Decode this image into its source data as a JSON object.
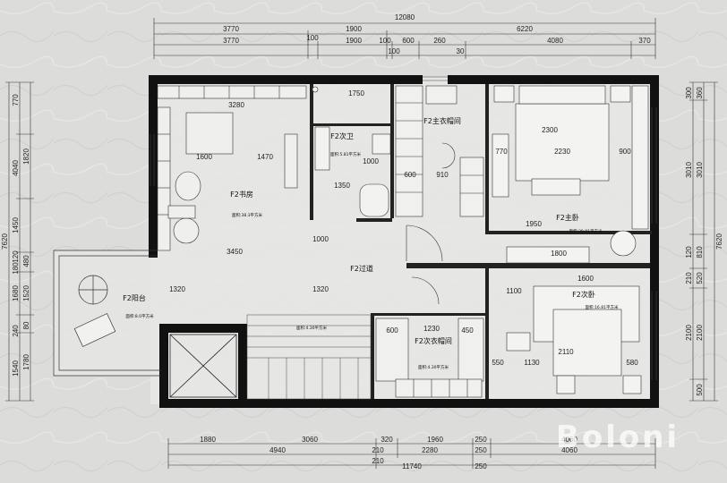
{
  "top_dims": {
    "row1": [
      "12080"
    ],
    "row2": [
      "3770",
      "1900",
      "6220"
    ],
    "row3": [
      "3770",
      "100",
      "1900",
      "100",
      "600",
      "260",
      "4080",
      "370"
    ],
    "row4": [
      "100",
      "30"
    ]
  },
  "bottom_dims": {
    "row1": [
      "1880",
      "3060",
      "320",
      "1960",
      "250",
      "4060"
    ],
    "row2": [
      "4940",
      "210",
      "2280",
      "250",
      "4060"
    ],
    "row3": [
      "210",
      "11740",
      "250"
    ]
  },
  "left_dims": {
    "outer": [
      "7620"
    ],
    "mid": [
      "770",
      "4040",
      "1450",
      "120",
      "180",
      "1680",
      "240",
      "1540"
    ],
    "inner": [
      "1820",
      "480",
      "1520",
      "80",
      "1780"
    ]
  },
  "right_dims": {
    "outer": [
      "7620"
    ],
    "mid": [
      "360",
      "3010",
      "810",
      "520",
      "2100",
      "500"
    ],
    "inner": [
      "300",
      "3010",
      "120",
      "210",
      "2100"
    ]
  },
  "rooms": {
    "study": {
      "name": "F2书房",
      "area": "面积:38.3平方米"
    },
    "bath2": {
      "name": "F2次卫",
      "area": "面积:5.81平方米"
    },
    "master_closet": {
      "name": "F2主衣帽间"
    },
    "master_bed": {
      "name": "F2主卧",
      "area": "面积:39.81平方米"
    },
    "corridor": {
      "name": "F2过道"
    },
    "balcony": {
      "name": "F2阳台",
      "area": "面积:8.0平方米"
    },
    "stair": {
      "area": "面积:4.30平方米"
    },
    "closet2": {
      "name": "F2次衣帽间",
      "area": "面积:4.30平方米"
    },
    "bed2": {
      "name": "F2次卧",
      "area": "面积:16.81平方米"
    }
  },
  "inner_dims": {
    "study_w": "3280",
    "study_1600": "1600",
    "study_1470": "1470",
    "study_3450": "3450",
    "study_1320": "1320",
    "bath_1750": "1750",
    "bath_1000": "1000",
    "bath_1350": "1350",
    "corridor_1320": "1320",
    "corridor_1000": "1000",
    "master_2300": "2300",
    "master_2230": "2230",
    "master_770": "770",
    "master_900": "900",
    "master_1950": "1950",
    "master_1800": "1800",
    "closet_600": "600",
    "closet_910": "910",
    "closet2_1230": "1230",
    "closet2_600": "600",
    "closet2_450": "450",
    "bed2_1600": "1600",
    "bed2_1130": "1130",
    "bed2_580": "580",
    "bed2_550": "550",
    "bed2_2110": "2110",
    "bed2_1100": "1100"
  },
  "watermark": "Boloni"
}
